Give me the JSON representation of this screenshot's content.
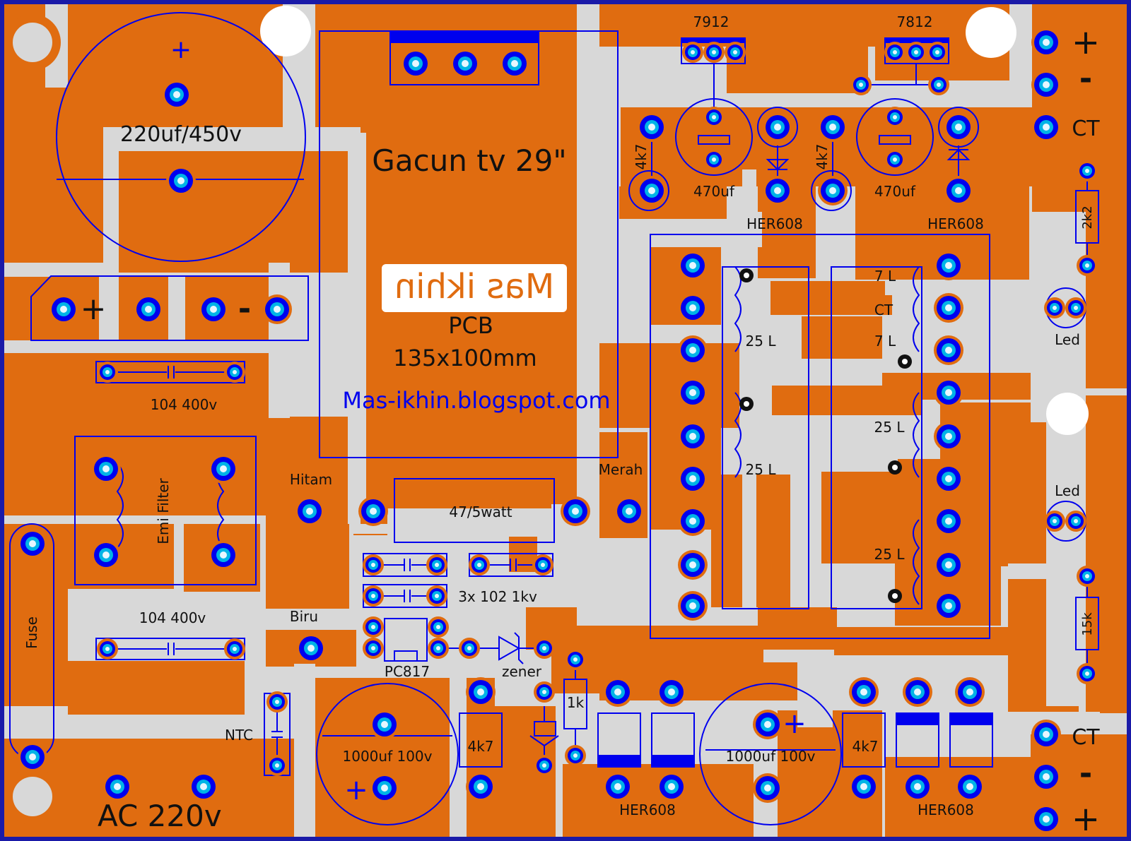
{
  "colors": {
    "border": "#1a1aa8",
    "background": "#d8d8d8",
    "copper": "#e06c10",
    "silkscreen": "#0000ee",
    "pad_fill": "#00b4e6",
    "text": "#111111",
    "watermark_bg": "#ffffff",
    "watermark_text": "#e06c10"
  },
  "title": {
    "main": "Gacun tv 29\"",
    "pcb": "PCB",
    "size": "135x100mm",
    "url": "Mas-ikhin.blogspot.com",
    "watermark": "Mas ikhin"
  },
  "labels": {
    "cap_main": "220uf/450v",
    "cap_main_plus": "+",
    "bridge_plus": "+",
    "bridge_minus": "-",
    "cap_104_top": "104 400v",
    "cap_104_bottom": "104 400v",
    "emi_filter": "Emi Filter",
    "fuse": "Fuse",
    "ntc": "NTC",
    "ac_input": "AC 220v",
    "hitam": "Hitam",
    "biru": "Biru",
    "merah": "Merah",
    "res_47": "47/5watt",
    "caps_102": "3x 102 1kv",
    "pc817": "PC817",
    "zener": "zener",
    "res_1k": "1k",
    "res_4k7_left": "4k7",
    "res_4k7_right": "4k7",
    "res_4k7_top_a": "4k7",
    "res_4k7_top_b": "4k7",
    "cap_1000_left": "1000uf 100v",
    "cap_1000_right": "1000uf 100v",
    "cap_1000_left_plus": "+",
    "cap_1000_right_plus": "+",
    "her608_bottom_left": "HER608",
    "her608_bottom_right": "HER608",
    "her608_top_left": "HER608",
    "her608_top_right": "HER608",
    "reg_7912": "7912",
    "reg_7812": "7812",
    "cap_470_left": "470uf",
    "cap_470_right": "470uf",
    "out_top_plus": "+",
    "out_top_minus": "-",
    "out_top_ct": "CT",
    "out_bottom_ct": "CT",
    "out_bottom_minus": "-",
    "out_bottom_plus": "+",
    "res_2k2": "2k2",
    "res_15k": "15k",
    "led_top": "Led",
    "led_bottom": "Led",
    "wind_7l_a": "7 L",
    "wind_ct": "CT",
    "wind_7l_b": "7 L",
    "wind_25l_left_a": "25 L",
    "wind_25l_left_b": "25 L",
    "wind_25l_right_a": "25 L",
    "wind_25l_right_b": "25 L"
  }
}
